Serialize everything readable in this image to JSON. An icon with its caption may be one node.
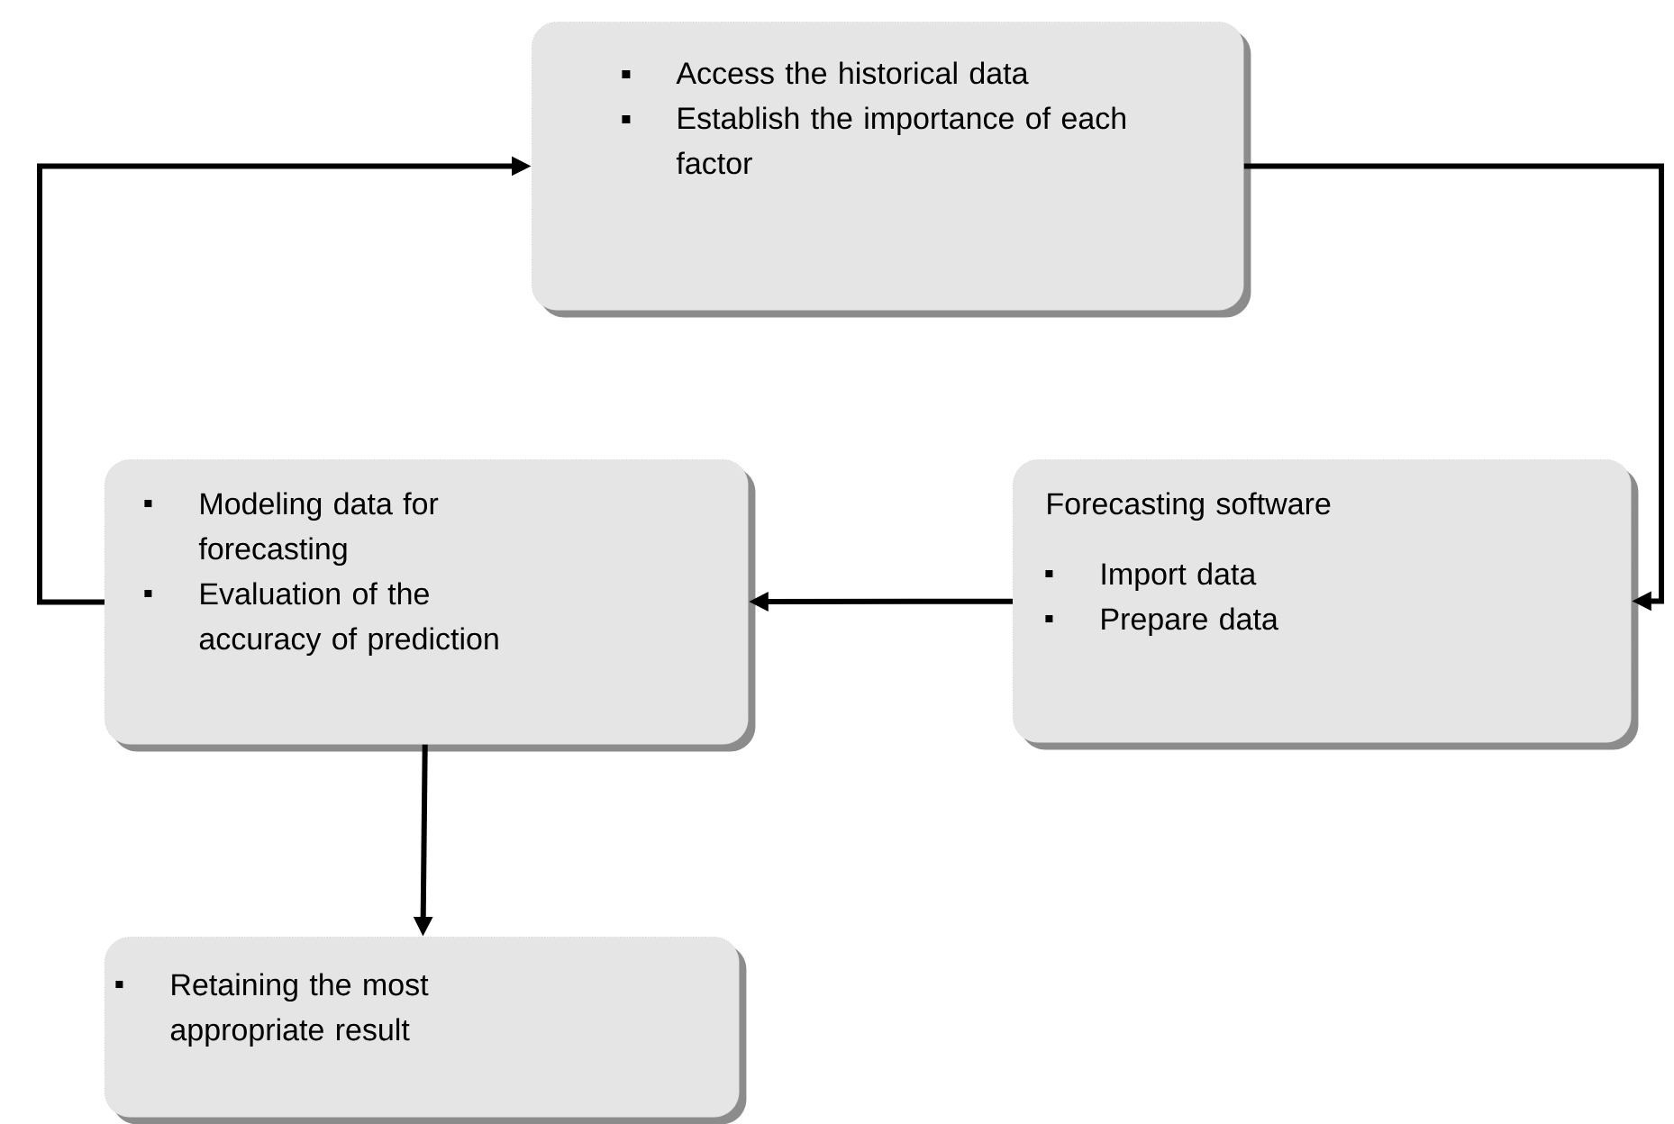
{
  "diagram": {
    "nodes": [
      {
        "text": [
          "Access the historical data",
          "Establish the importance of each factor"
        ]
      },
      {
        "text": [
          "Forecasting software",
          "Import data",
          "Prepare data"
        ]
      },
      {
        "text": [
          "Modeling data for forecasting",
          "Evaluation of the accuracy of prediction"
        ]
      },
      {
        "text": [
          "Retaining the most appropriate result"
        ]
      }
    ],
    "edges": [
      {
        "from": 0,
        "to": 1,
        "arrow": "to"
      },
      {
        "from": 1,
        "to": 2,
        "arrow": "to"
      },
      {
        "from": 2,
        "to": 0,
        "arrow": "to"
      },
      {
        "from": 2,
        "to": 3,
        "arrow": "to"
      }
    ]
  }
}
